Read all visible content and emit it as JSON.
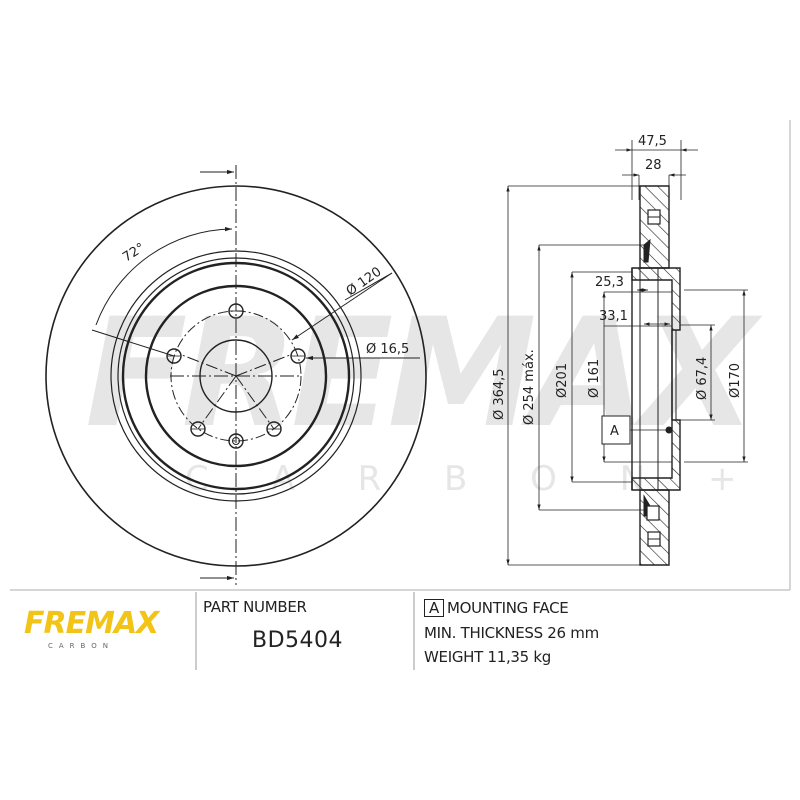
{
  "watermark": {
    "brand": "FREMAX",
    "sub": "C A R B O N +",
    "color": "#e6e6e6"
  },
  "front_view": {
    "angle_label": "72°",
    "bolt_circle_label": "Ø 120",
    "bolt_hole_label": "Ø 16,5",
    "bolt_count": 5
  },
  "section_view": {
    "total_width_label": "47,5",
    "disc_width_label": "28",
    "hub_depth_1_label": "25,3",
    "hub_depth_2_label": "33,1",
    "outer_diameter_label": "Ø 364,5",
    "friction_diameter_label": "Ø 254 máx.",
    "diameter_201_label": "Ø201",
    "diameter_161_label": "Ø 161",
    "center_bore_label": "Ø 67,4",
    "hat_diameter_label": "Ø170",
    "datum_label": "A"
  },
  "title_block": {
    "logo_text": "FREMAX",
    "logo_sub": "CARBON",
    "logo_color": "#f2c418",
    "part_number_label": "PART NUMBER",
    "part_number": "BD5404",
    "datum_box": "A",
    "mounting_face_label": "MOUNTING FACE",
    "min_thickness": "MIN. THICKNESS 26 mm",
    "weight": "WEIGHT 11,35 kg"
  }
}
